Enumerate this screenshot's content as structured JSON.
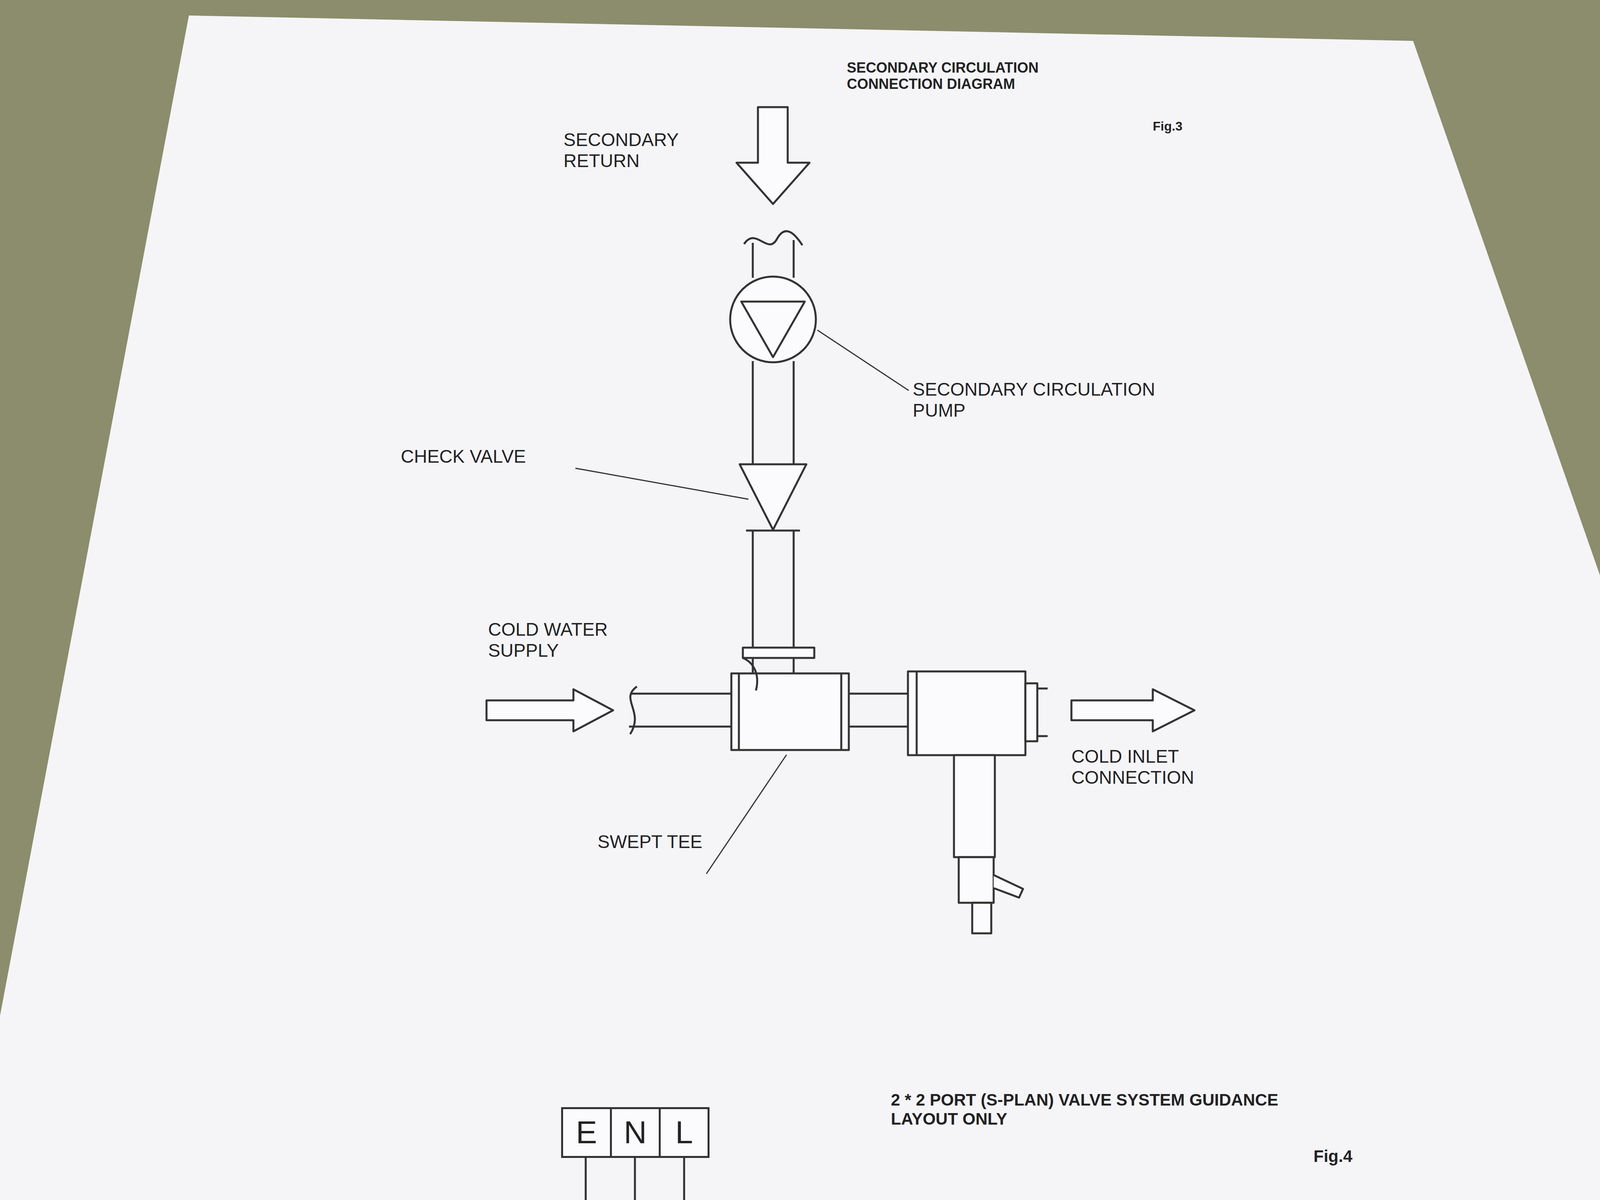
{
  "diagram": {
    "title": "SECONDARY CIRCULATION CONNECTION DIAGRAM",
    "nodes": [
      {
        "text": [
          "E"
        ]
      },
      {
        "text": [
          "N"
        ]
      },
      {
        "text": [
          "L"
        ]
      }
    ],
    "labels": [
      "Fig.3",
      "SECONDARY RETURN",
      "SECONDARY CIRCULATION PUMP",
      "CHECK VALVE",
      "COLD WATER SUPPLY",
      "COLD INLET CONNECTION",
      "SWEPT TEE",
      "2 * 2 PORT (S-PLAN) VALVE SYSTEM GUIDANCE LAYOUT ONLY",
      "Fig.4"
    ]
  }
}
